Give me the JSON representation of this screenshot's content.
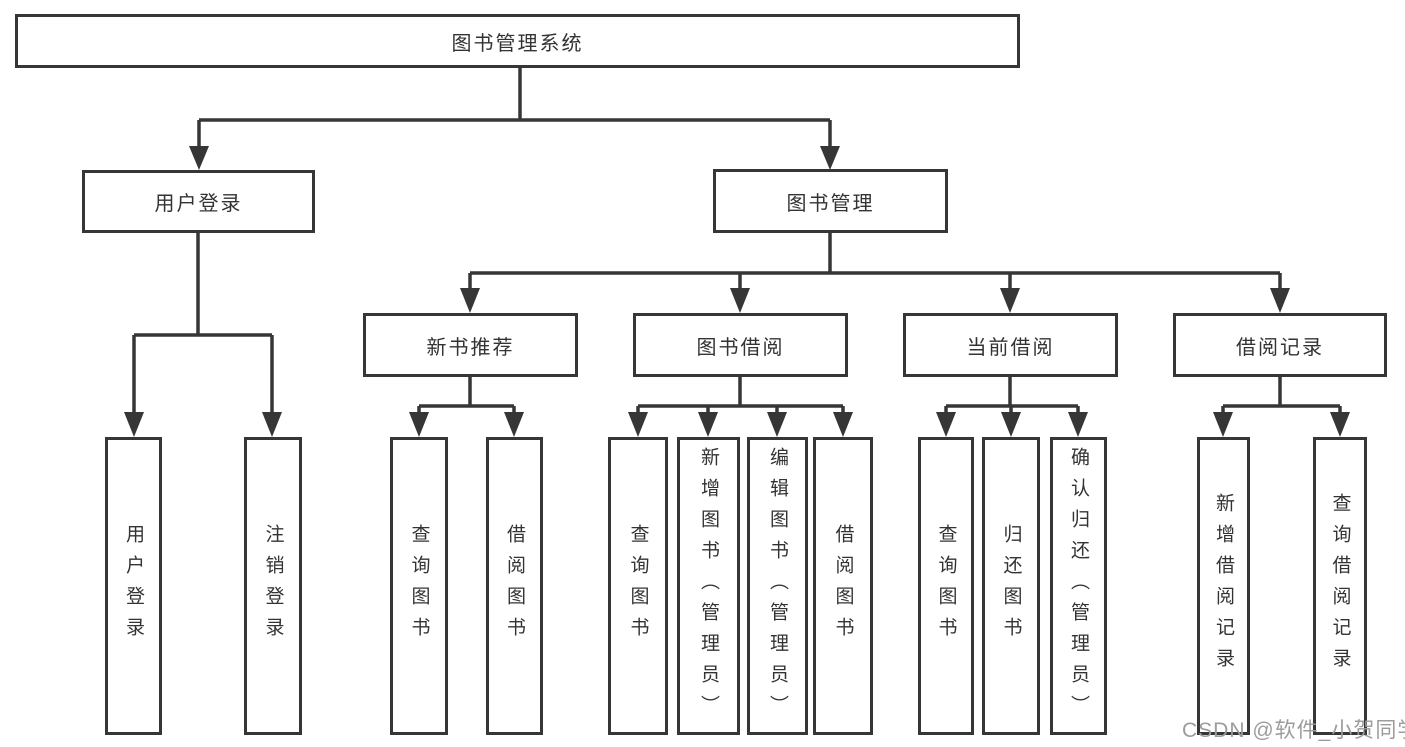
{
  "tree": {
    "root": {
      "label": "图书管理系统"
    },
    "children": [
      {
        "label": "用户登录",
        "children": [
          {
            "label": "用户登录"
          },
          {
            "label": "注销登录"
          }
        ]
      },
      {
        "label": "图书管理",
        "children": [
          {
            "label": "新书推荐",
            "children": [
              {
                "label": "查询图书"
              },
              {
                "label": "借阅图书"
              }
            ]
          },
          {
            "label": "图书借阅",
            "children": [
              {
                "label": "查询图书"
              },
              {
                "label": "新增图书（管理员）"
              },
              {
                "label": "编辑图书（管理员）"
              },
              {
                "label": "借阅图书"
              }
            ]
          },
          {
            "label": "当前借阅",
            "children": [
              {
                "label": "查询图书"
              },
              {
                "label": "归还图书"
              },
              {
                "label": "确认归还（管理员）"
              }
            ]
          },
          {
            "label": "借阅记录",
            "children": [
              {
                "label": "新增借阅记录"
              },
              {
                "label": "查询借阅记录"
              }
            ]
          }
        ]
      }
    ]
  },
  "watermark": {
    "text": "CSDN @软件_小贺同学"
  },
  "colors": {
    "line": "#363636",
    "box_border": "#363636",
    "text": "#333333",
    "background": "#ffffff",
    "watermark": "#9c9c9c"
  }
}
